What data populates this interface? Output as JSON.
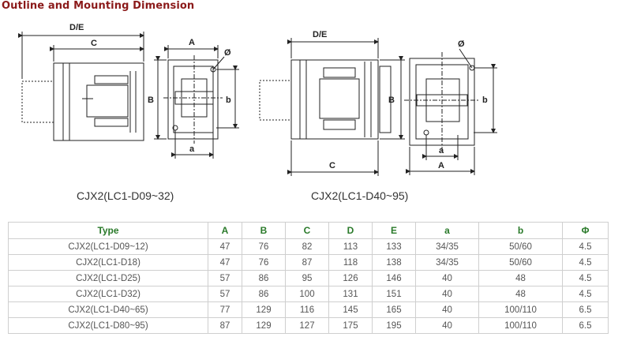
{
  "title": "Outline and Mounting Dimension",
  "drawings": {
    "left": {
      "caption": "CJX2(LC1-D09~32)",
      "labels": {
        "de": "D/E",
        "c": "C",
        "a_upper": "A",
        "b_upper": "B",
        "phi": "Ø",
        "b_lower": "b",
        "a_lower": "a"
      }
    },
    "right": {
      "caption": "CJX2(LC1-D40~95)",
      "labels": {
        "de": "D/E",
        "b_upper": "B",
        "c": "C",
        "phi": "Ø",
        "b_lower": "b",
        "a_lower": "a",
        "a_upper": "A"
      }
    }
  },
  "table": {
    "headers": [
      "Type",
      "A",
      "B",
      "C",
      "D",
      "E",
      "a",
      "b",
      "Φ"
    ],
    "rows": [
      [
        "CJX2(LC1-D09~12)",
        "47",
        "76",
        "82",
        "113",
        "133",
        "34/35",
        "50/60",
        "4.5"
      ],
      [
        "CJX2(LC1-D18)",
        "47",
        "76",
        "87",
        "118",
        "138",
        "34/35",
        "50/60",
        "4.5"
      ],
      [
        "CJX2(LC1-D25)",
        "57",
        "86",
        "95",
        "126",
        "146",
        "40",
        "48",
        "4.5"
      ],
      [
        "CJX2(LC1-D32)",
        "57",
        "86",
        "100",
        "131",
        "151",
        "40",
        "48",
        "4.5"
      ],
      [
        "CJX2(LC1-D40~65)",
        "77",
        "129",
        "116",
        "145",
        "165",
        "40",
        "100/110",
        "6.5"
      ],
      [
        "CJX2(LC1-D80~95)",
        "87",
        "129",
        "127",
        "175",
        "195",
        "40",
        "100/110",
        "6.5"
      ]
    ]
  }
}
